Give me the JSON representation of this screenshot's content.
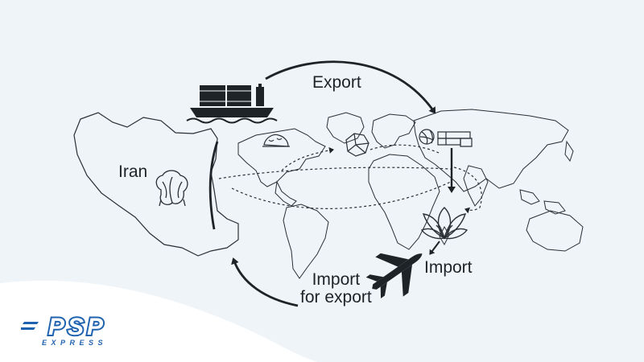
{
  "labels": {
    "export": "Export",
    "iran": "Iran",
    "import": "Import",
    "import_for_export_line1": "Import",
    "import_for_export_line2": "for export"
  },
  "logo": {
    "text": "PSP",
    "tagline": "EXPRESS"
  },
  "colors": {
    "background": "#eef4f8",
    "bottom_wave": "#ffffff",
    "ink": "#1e2328",
    "brand_blue": "#1f63b0"
  },
  "icons": [
    "cargo-ship-icon",
    "cotton-boll-icon",
    "grain-icon",
    "dried-fruit-icon",
    "yarn-ball-icon",
    "fabric-rolls-icon",
    "lotus-icon",
    "airplane-icon"
  ]
}
